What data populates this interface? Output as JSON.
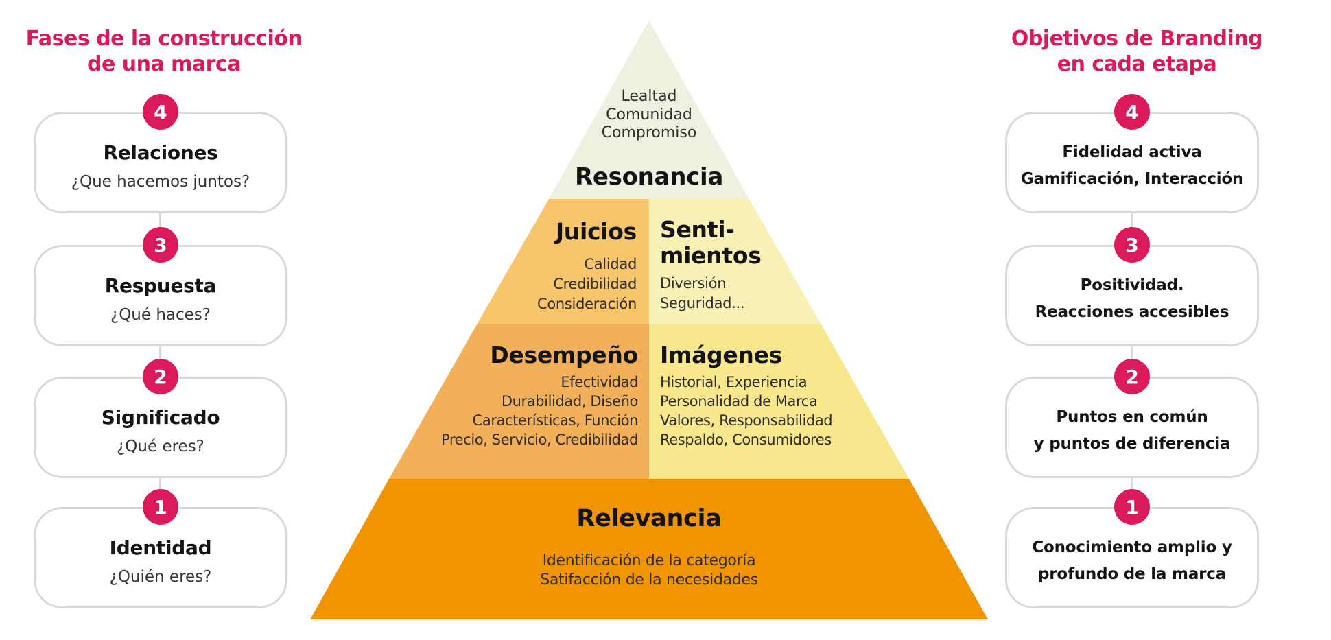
{
  "colors": {
    "accent_pink": "#DB1A5C",
    "box_border": "#D9D9D9",
    "heading_text": "#141414",
    "body_text": "#2E2E2E",
    "pyramid": {
      "resonancia": "#EFF0DF",
      "juicios": "#F7C56C",
      "sentimientos": "#F9F0B6",
      "desempeno": "#F2B05A",
      "imagenes": "#F8E78C",
      "relevancia": "#F19402"
    }
  },
  "left_panel": {
    "title": "Fases de la construcción\nde una marca",
    "stages": [
      {
        "number": "4",
        "title": "Relaciones",
        "question": "¿Que hacemos juntos?"
      },
      {
        "number": "3",
        "title": "Respuesta",
        "question": "¿Qué haces?"
      },
      {
        "number": "2",
        "title": "Significado",
        "question": "¿Qué eres?"
      },
      {
        "number": "1",
        "title": "Identidad",
        "question": "¿Quién eres?"
      }
    ]
  },
  "right_panel": {
    "title": "Objetivos de Branding\nen cada etapa",
    "goals": [
      {
        "number": "4",
        "line1": "Fidelidad activa",
        "line2": "Gamificación, Interacción"
      },
      {
        "number": "3",
        "line1": "Positividad.",
        "line2": "Reacciones accesibles"
      },
      {
        "number": "2",
        "line1": "Puntos en común",
        "line2": "y puntos de diferencia"
      },
      {
        "number": "1",
        "line1": "Conocimiento amplio y",
        "line2": "profundo de la marca"
      }
    ]
  },
  "pyramid": {
    "resonancia": {
      "label": "Resonancia",
      "items": [
        "Lealtad",
        "Comunidad",
        "Compromiso"
      ]
    },
    "juicios": {
      "label": "Juicios",
      "items": [
        "Calidad",
        "Credibilidad",
        "Consideración"
      ]
    },
    "sentimientos": {
      "label": "Senti-\nmientos",
      "items": [
        "Diversión",
        "Seguridad..."
      ]
    },
    "desempeno": {
      "label": "Desempeño",
      "items": [
        "Efectividad",
        "Durabilidad, Diseño",
        "Características, Función",
        "Precio, Servicio, Credibilidad"
      ]
    },
    "imagenes": {
      "label": "Imágenes",
      "items": [
        "Historial, Experiencia",
        "Personalidad de Marca",
        "Valores, Responsabilidad",
        "Respaldo, Consumidores"
      ]
    },
    "relevancia": {
      "label": "Relevancia",
      "items": [
        "Identificación de la categoría",
        "Satifacción de la necesidades"
      ]
    }
  }
}
